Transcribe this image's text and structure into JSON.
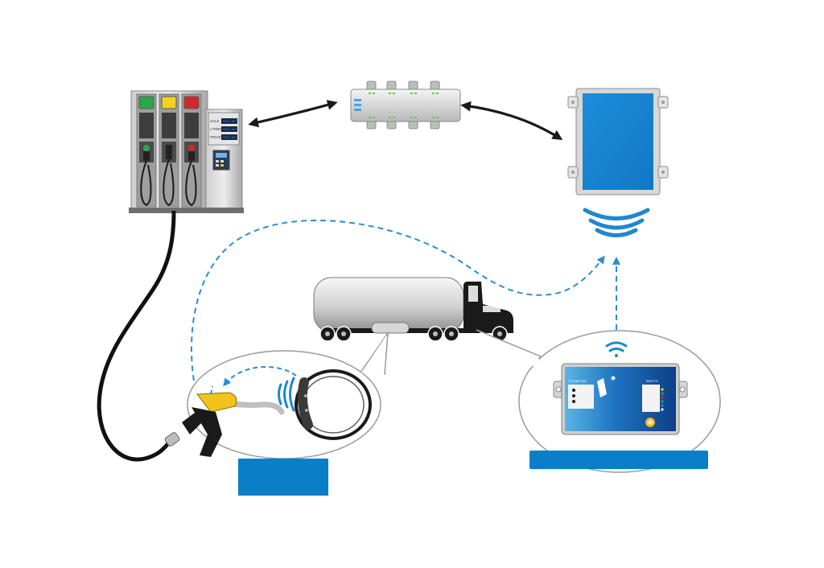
{
  "colors": {
    "accent_blue": "#1e88cf",
    "label_box_blue": "#0a7fc8",
    "dispenser_gray": "#b5b5b5",
    "arrow_black": "#1a1a1a",
    "dashed_blue": "#2a8fd0",
    "nozzle_yellow": "#f2c31b",
    "lamp_green": "#2aa84a",
    "lamp_yellow": "#f2d21c",
    "lamp_red": "#d2282c"
  },
  "dispenser": {
    "lamps": [
      "green",
      "yellow",
      "red"
    ],
    "display_rows": [
      {
        "label": "SALE",
        "value": "888.88"
      },
      {
        "label": "LITRES",
        "value": "888.88"
      },
      {
        "label": "PRICE",
        "value": "888.88"
      }
    ]
  },
  "board": {
    "left_header": "FL-DMT200",
    "right_header": "INPUTS",
    "led_colors": [
      "#f2d21c",
      "#2aa84a",
      "#d2282c",
      "#2aa84a",
      "#1e88cf",
      "#ffffff"
    ]
  },
  "icons": [
    "fuel-dispenser-icon",
    "network-hub-icon",
    "controller-panel-icon",
    "wireless-signal-icon",
    "tanker-truck-icon",
    "fuel-nozzle-icon",
    "rfid-ring-tag-icon",
    "electronics-board-icon"
  ]
}
